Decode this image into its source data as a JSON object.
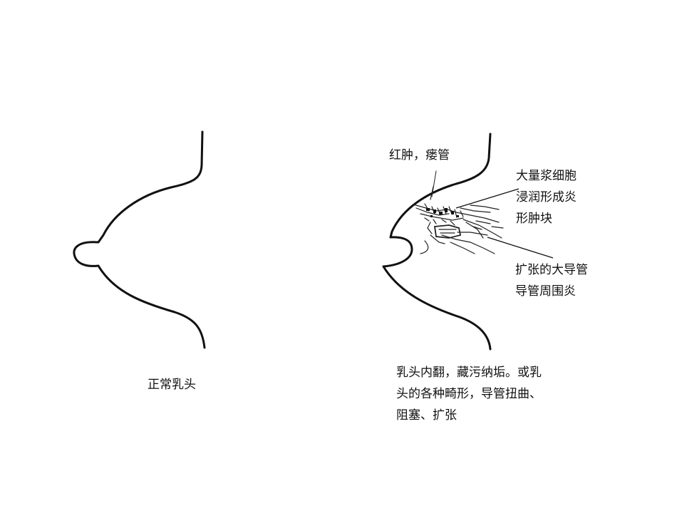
{
  "normal": {
    "caption": "正常乳头"
  },
  "abnormal": {
    "annotations": {
      "redness_fistula": "红肿，瘘管",
      "plasma_cell_lines": [
        "大量浆细胞",
        "浸润形成炎",
        "形肿块"
      ],
      "dilated_duct_lines": [
        "扩张的大导管",
        "导管周围炎"
      ]
    },
    "caption_lines": [
      "乳头内翻，藏污纳垢。或乳",
      "头的各种畸形，导管扭曲、",
      "阻塞、扩张"
    ]
  },
  "colors": {
    "line": "#111111",
    "background": "#ffffff"
  }
}
